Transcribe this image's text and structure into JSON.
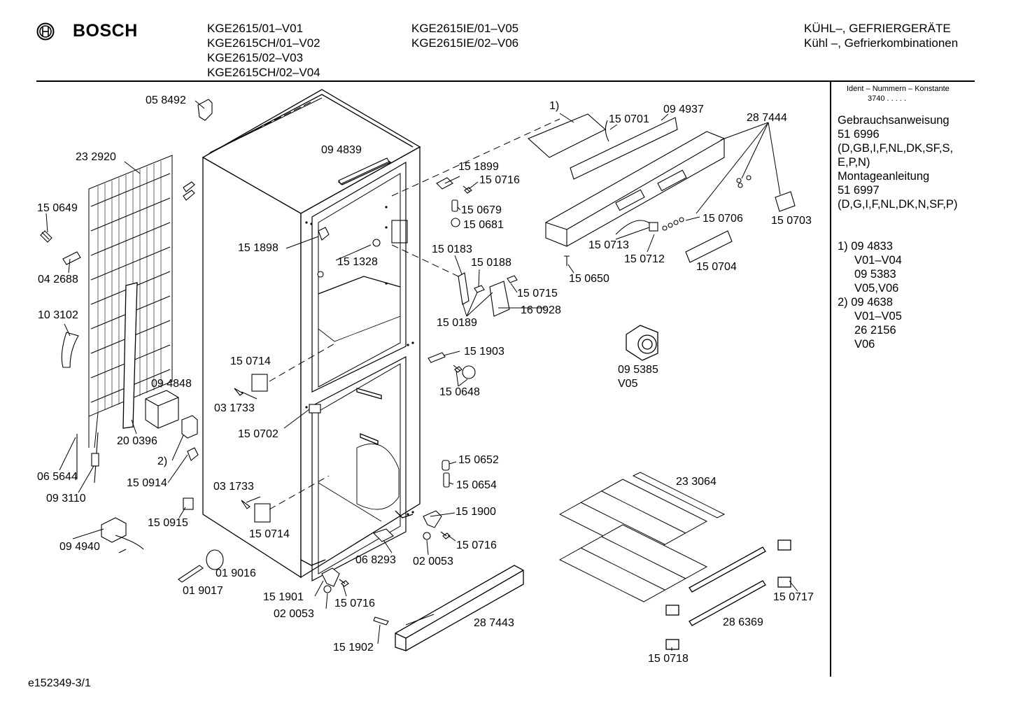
{
  "brand": "BOSCH",
  "models_col1": [
    "KGE2615/01–V01",
    "KGE2615CH/01–V02",
    "KGE2615/02–V03",
    "KGE2615CH/02–V04"
  ],
  "models_col2": [
    "KGE2615IE/01–V05",
    "KGE2615IE/02–V06"
  ],
  "category_lines": [
    "KÜHL–, GEFRIERGERÄTE",
    "Kühl –, Gefrierkombinationen"
  ],
  "sidebar": {
    "ident_title": "Ident – Nummern – Konstante",
    "ident_value": "3740  .  .  .  .  .",
    "lines": [
      "Gebrauchsanweisung",
      "51 6996",
      "(D,GB,I,F,NL,DK,SF,S,",
      "E,P,N)",
      "Montageanleitung",
      "51 6997",
      "(D,G,I,F,NL,DK,N,SF,P)"
    ],
    "notes": [
      "1)  09 4833",
      "V01–V04",
      "09 5383",
      "V05,V06",
      "2)  09 4638",
      "V01–V05",
      "26 2156",
      "V06"
    ]
  },
  "footer_code": "e152349-3/1",
  "parts": {
    "p058492": "05 8492",
    "p232920": "23 2920",
    "p150649": "15 0649",
    "p042688": "04 2688",
    "p103102": "10 3102",
    "p094839": "09 4839",
    "p151898": "15 1898",
    "p151328": "15 1328",
    "p094848": "09 4848",
    "p200396": "20 0396",
    "p150714a": "15 0714",
    "p031733a": "03 1733",
    "p150702": "15 0702",
    "p2": "2)",
    "p065644": "06 5644",
    "p150914": "15 0914",
    "p093110": "09 3110",
    "p031733b": "03 1733",
    "p150915": "15 0915",
    "p150714b": "15 0714",
    "p094940": "09 4940",
    "p019016": "01 9016",
    "p019017": "01 9017",
    "p151901": "15 1901",
    "p020053a": "02 0053",
    "p150716a": "15 0716",
    "p151902": "15 1902",
    "p287443": "28 7443",
    "p068293": "06 8293",
    "p020053b": "02 0053",
    "p150716b": "15 0716",
    "p151900": "15 1900",
    "p150652": "15 0652",
    "p150654": "15 0654",
    "p151903": "15 1903",
    "p150648": "15 0648",
    "p150183": "15 0183",
    "p150188": "15 0188",
    "p150189": "15 0189",
    "p150715": "15 0715",
    "p160928": "16 0928",
    "p151899": "15 1899",
    "p150716c": "15 0716",
    "p150679": "15 0679",
    "p150681": "15 0681",
    "p1": "1)",
    "p150701": "15 0701",
    "p094937": "09 4937",
    "p287444": "28 7444",
    "p150706": "15 0706",
    "p150703": "15 0703",
    "p150713": "15 0713",
    "p150712": "15 0712",
    "p150704": "15 0704",
    "p150650": "15 0650",
    "p095385": "09 5385",
    "pV05": "V05",
    "p233064": "23 3064",
    "p150717": "15 0717",
    "p286369": "28 6369",
    "p150718": "15 0718"
  }
}
